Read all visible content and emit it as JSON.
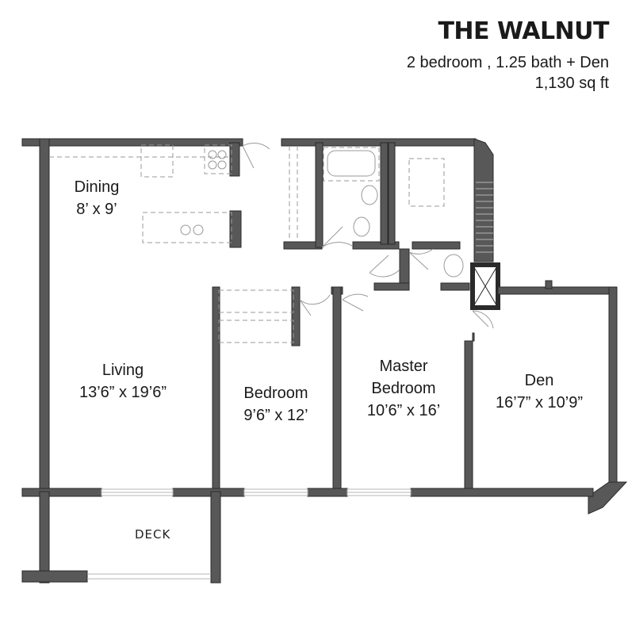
{
  "header": {
    "title": "THE WALNUT",
    "subtitle": "2 bedroom , 1.25 bath + Den",
    "sqft": "1,130 sq ft"
  },
  "rooms": {
    "dining": {
      "name": "Dining",
      "size": "8’ x 9’"
    },
    "living": {
      "name": "Living",
      "size": "13’6” x 19’6”"
    },
    "bedroom": {
      "name": "Bedroom",
      "size": "9’6” x 12’"
    },
    "master": {
      "name1": "Master",
      "name2": "Bedroom",
      "size": "10’6” x 16’"
    },
    "den": {
      "name": "Den",
      "size": "16’7” x 10’9”"
    },
    "deck": {
      "name": "DECK"
    }
  },
  "colors": {
    "wall": "#585858",
    "wall_outline": "#2a2a2a",
    "fixture": "#9a9a9a"
  }
}
